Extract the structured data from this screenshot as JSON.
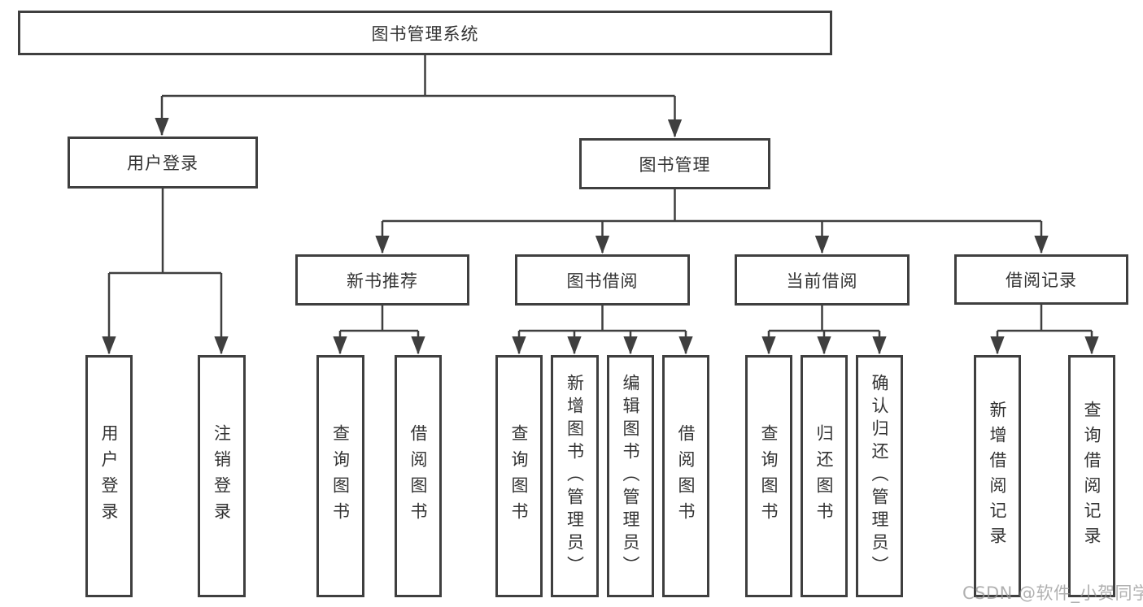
{
  "tree": {
    "root": {
      "label": "图书管理系统"
    },
    "branches": [
      {
        "label": "用户登录",
        "children": [
          {
            "label": "用户登录"
          },
          {
            "label": "注销登录"
          }
        ]
      },
      {
        "label": "图书管理",
        "groups": [
          {
            "label": "新书推荐",
            "children": [
              {
                "label": "查询图书"
              },
              {
                "label": "借阅图书"
              }
            ]
          },
          {
            "label": "图书借阅",
            "children": [
              {
                "label": "查询图书"
              },
              {
                "label": "新增图书（管理员）"
              },
              {
                "label": "编辑图书（管理员）"
              },
              {
                "label": "借阅图书"
              }
            ]
          },
          {
            "label": "当前借阅",
            "children": [
              {
                "label": "查询图书"
              },
              {
                "label": "归还图书"
              },
              {
                "label": "确认归还（管理员）"
              }
            ]
          },
          {
            "label": "借阅记录",
            "children": [
              {
                "label": "新增借阅记录"
              },
              {
                "label": "查询借阅记录"
              }
            ]
          }
        ]
      }
    ]
  },
  "watermark": "CSDN @软件_小贺同学",
  "colors": {
    "line": "#3f3f3f",
    "text": "#333333",
    "watermark": "#969696",
    "background": "#ffffff"
  }
}
